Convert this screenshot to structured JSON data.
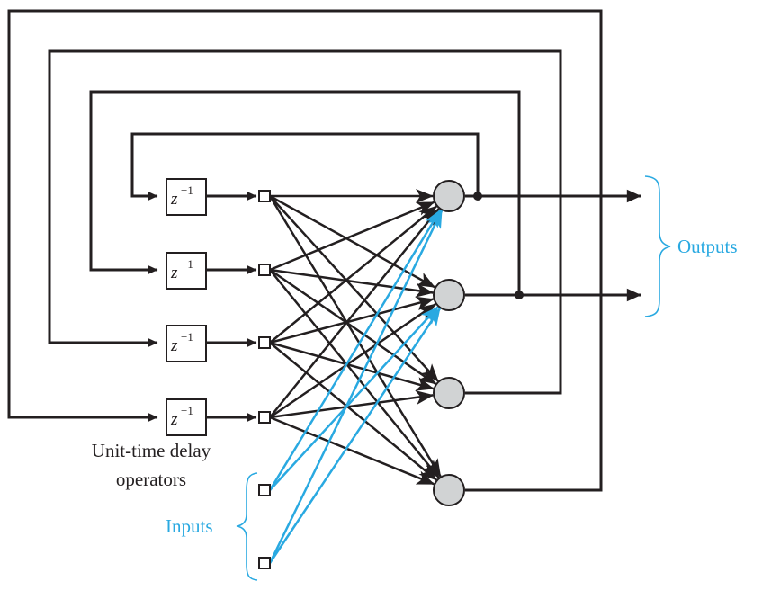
{
  "delay_symbol": "z",
  "delay_exponent": "−1",
  "caption_line1": "Unit-time delay",
  "caption_line2": "operators",
  "inputs_label": "Inputs",
  "outputs_label": "Outputs",
  "colors": {
    "line": "#231f20",
    "accent": "#29a9e1",
    "neuron_fill": "#d1d3d4",
    "box_fill": "#ffffff"
  },
  "icons": {
    "neuron": "circle-node",
    "source_node": "small-square",
    "delay": "z-inverse-box"
  }
}
